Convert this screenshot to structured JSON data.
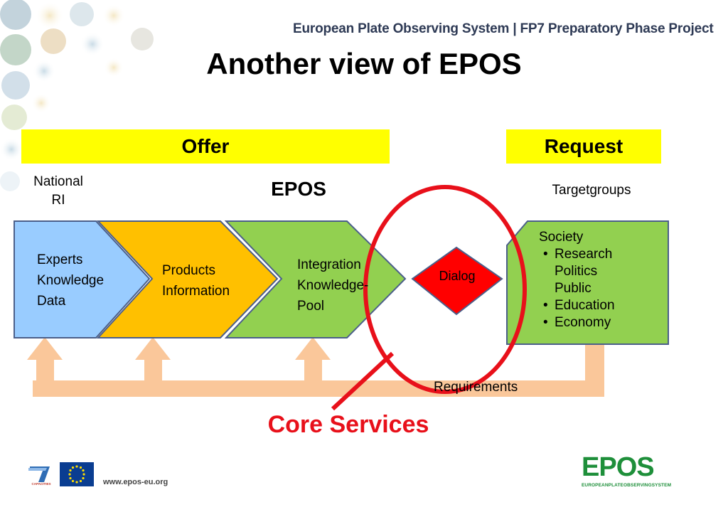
{
  "header": {
    "banner": "European Plate Observing System | FP7 Preparatory Phase Project",
    "title": "Another view of EPOS"
  },
  "bars": {
    "offer": "Offer",
    "request": "Request"
  },
  "labels": {
    "national_line1": "National",
    "national_line2": "RI",
    "epos": "EPOS",
    "targetgroups": "Targetgroups",
    "requirements": "Requirements",
    "core_services": "Core Services"
  },
  "boxes": {
    "experts": [
      "Experts",
      "Knowledge",
      "Data"
    ],
    "products": [
      "Products",
      "Information"
    ],
    "integration": [
      "Integration",
      "Knowledge-",
      "Pool"
    ],
    "dialog": "Dialog",
    "society": {
      "title": "Society",
      "items": [
        "Research",
        "Politics",
        "Public",
        "Education",
        "Economy"
      ]
    }
  },
  "footer": {
    "url": "www.epos-eu.org",
    "fp7_text": "CAPACITIES",
    "logo_word": "EPOS",
    "logo_sub": "EUROPEANPLATEOBSERVINGSYSTEM"
  },
  "colors": {
    "bar_yellow": "#ffff00",
    "experts_blue": "#99ccff",
    "products_orange": "#ffc000",
    "integration_green": "#92d050",
    "dialog_red": "#ff0000",
    "society_green": "#92d050",
    "arrow_peach": "#fac79a",
    "core_red": "#e8101a"
  }
}
